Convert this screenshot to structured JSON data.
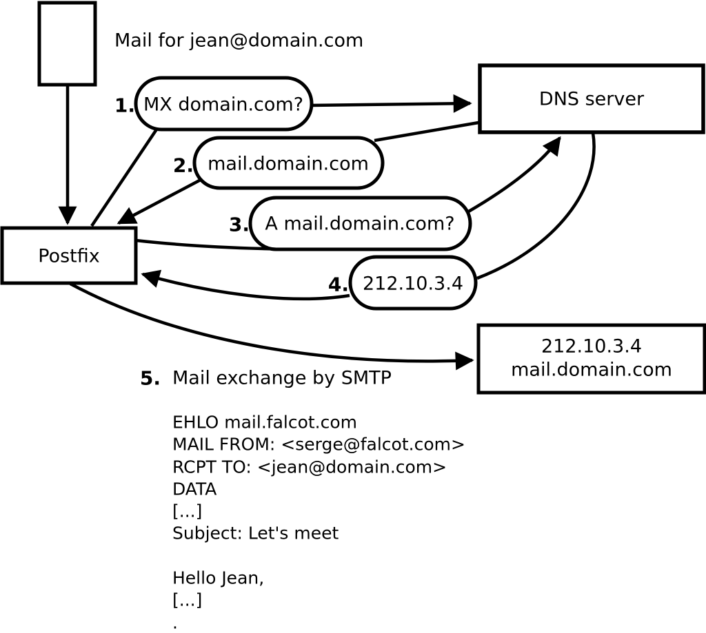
{
  "diagram": {
    "annotation": "Mail for jean@domain.com",
    "nodes": {
      "postfix": "Postfix",
      "dns": "DNS server",
      "mail_server": {
        "line1": "212.10.3.4",
        "line2": "mail.domain.com"
      }
    },
    "steps": [
      {
        "num": "1.",
        "label": "MX domain.com?"
      },
      {
        "num": "2.",
        "label": "mail.domain.com"
      },
      {
        "num": "3.",
        "label": "A mail.domain.com?"
      },
      {
        "num": "4.",
        "label": "212.10.3.4"
      },
      {
        "num": "5.",
        "label": "Mail exchange by SMTP"
      }
    ],
    "smtp_session": {
      "lines": [
        "EHLO mail.falcot.com",
        "MAIL FROM: <serge@falcot.com>",
        "RCPT TO: <jean@domain.com>",
        "DATA",
        "[...]",
        "Subject: Let's meet",
        "",
        "Hello Jean,",
        "[...]",
        "."
      ]
    },
    "colors": {
      "stroke": "#000000",
      "background": "#ffffff"
    }
  }
}
